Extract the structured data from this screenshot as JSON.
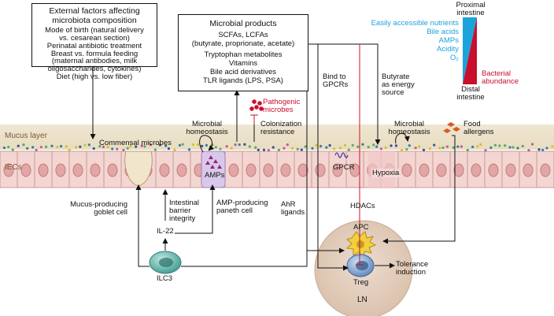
{
  "external_factors": {
    "title_line1": "External factors affecting",
    "title_line2": "microbiota composition",
    "items": [
      "Mode of birth (natural delivery",
      "vs. cesarean section)",
      "Perinatal antibiotic treatment",
      "Breast vs. formula feeding",
      "(maternal antibodies, milk",
      "oligosaccharides, cytokines)",
      "Diet (high vs. low fiber)"
    ]
  },
  "microbial_products": {
    "title": "Microbial products",
    "items": [
      "SCFAs, LCFAs",
      "(butyrate, proprionate, acetate)",
      "Tryptophan metabolites",
      "Vitamins",
      "Bile acid derivatives",
      "TLR ligands (LPS, PSA)"
    ]
  },
  "gradient": {
    "top_label_line1": "Proximal",
    "top_label_line2": "intestine",
    "bottom_label_line1": "Distal",
    "bottom_label_line2": "intestine",
    "left_labels": [
      "Easily accessible nutrients",
      "Bile acids",
      "AMPs",
      "Acidity",
      "O₂"
    ],
    "right_label_line1": "Bacterial",
    "right_label_line2": "abundance",
    "colors": {
      "blue": "#1ba3dc",
      "red": "#c8102e"
    }
  },
  "labels": {
    "pathogenic_line1": "Pathogenic",
    "pathogenic_line2": "microbes",
    "colonization_line1": "Colonization",
    "colonization_line2": "resistance",
    "microbial_homeostasis_left_line1": "Microbial",
    "microbial_homeostasis_left_line2": "homeostasis",
    "microbial_homeostasis_right_line1": "Microbial",
    "microbial_homeostasis_right_line2": "homeostasis",
    "bind_gpcrs_line1": "Bind to",
    "bind_gpcrs_line2": "GPCRs",
    "butyrate_line1": "Butyrate",
    "butyrate_line2": "as energy",
    "butyrate_line3": "source",
    "food_allergens_line1": "Food",
    "food_allergens_line2": "allergens",
    "mucus_layer": "Mucus layer",
    "commensal_microbes": "Commensal microbes",
    "iecs": "IECs",
    "amps": "AMPs",
    "gpcr": "GPCR",
    "hypoxia": "Hypoxia",
    "mucus_goblet_line1": "Mucus-producing",
    "mucus_goblet_line2": "goblet cell",
    "barrier_line1": "Intestinal",
    "barrier_line2": "barrier",
    "barrier_line3": "integrity",
    "amp_paneth_line1": "AMP-producing",
    "amp_paneth_line2": "paneth cell",
    "ahr_line1": "AhR",
    "ahr_line2": "ligands",
    "hdacs": "HDACs",
    "il22": "IL-22",
    "ilc3": "ILC3",
    "apc": "APC",
    "treg": "Treg",
    "tolerance_line1": "Tolerance",
    "tolerance_line2": "induction",
    "ln": "LN"
  }
}
